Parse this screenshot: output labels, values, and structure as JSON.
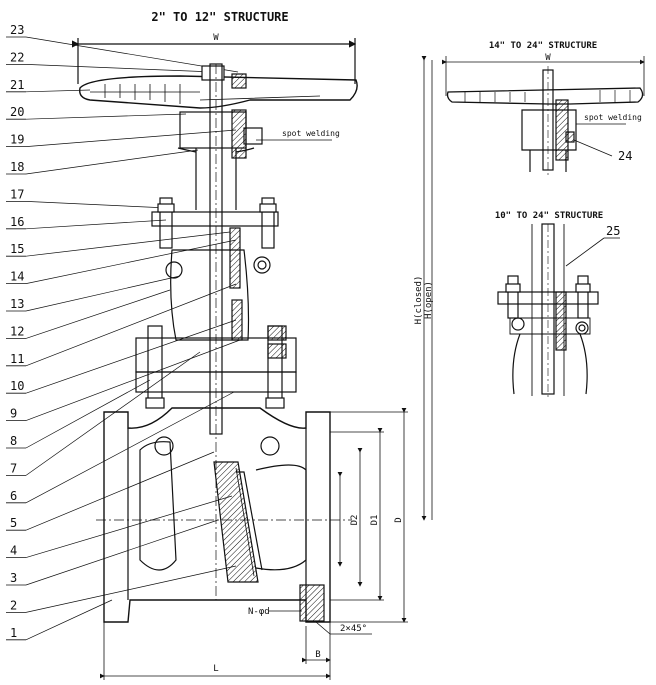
{
  "titles": {
    "main": "2\" TO 12\" STRUCTURE",
    "top_right": "14\" TO 24\" STRUCTURE",
    "mid_right": "10\" TO 24\" STRUCTURE"
  },
  "annotations": {
    "spot_welding_main": "spot welding",
    "spot_welding_right": "spot welding"
  },
  "dimensions": {
    "W": "W",
    "W_right": "W",
    "H_closed": "H(closed)",
    "H_open": "H(open)",
    "D": "D",
    "D1": "D1",
    "D2": "D2",
    "L": "L",
    "B": "B",
    "chamfer": "2×45°",
    "bolt_holes": "N-φd"
  },
  "part_numbers": {
    "left": [
      "23",
      "22",
      "21",
      "20",
      "19",
      "18",
      "17",
      "16",
      "15",
      "14",
      "13",
      "12",
      "11",
      "10",
      "9",
      "8",
      "7",
      "6",
      "5",
      "4",
      "3",
      "2",
      "1"
    ],
    "right_top": "24",
    "right_mid": "25"
  }
}
